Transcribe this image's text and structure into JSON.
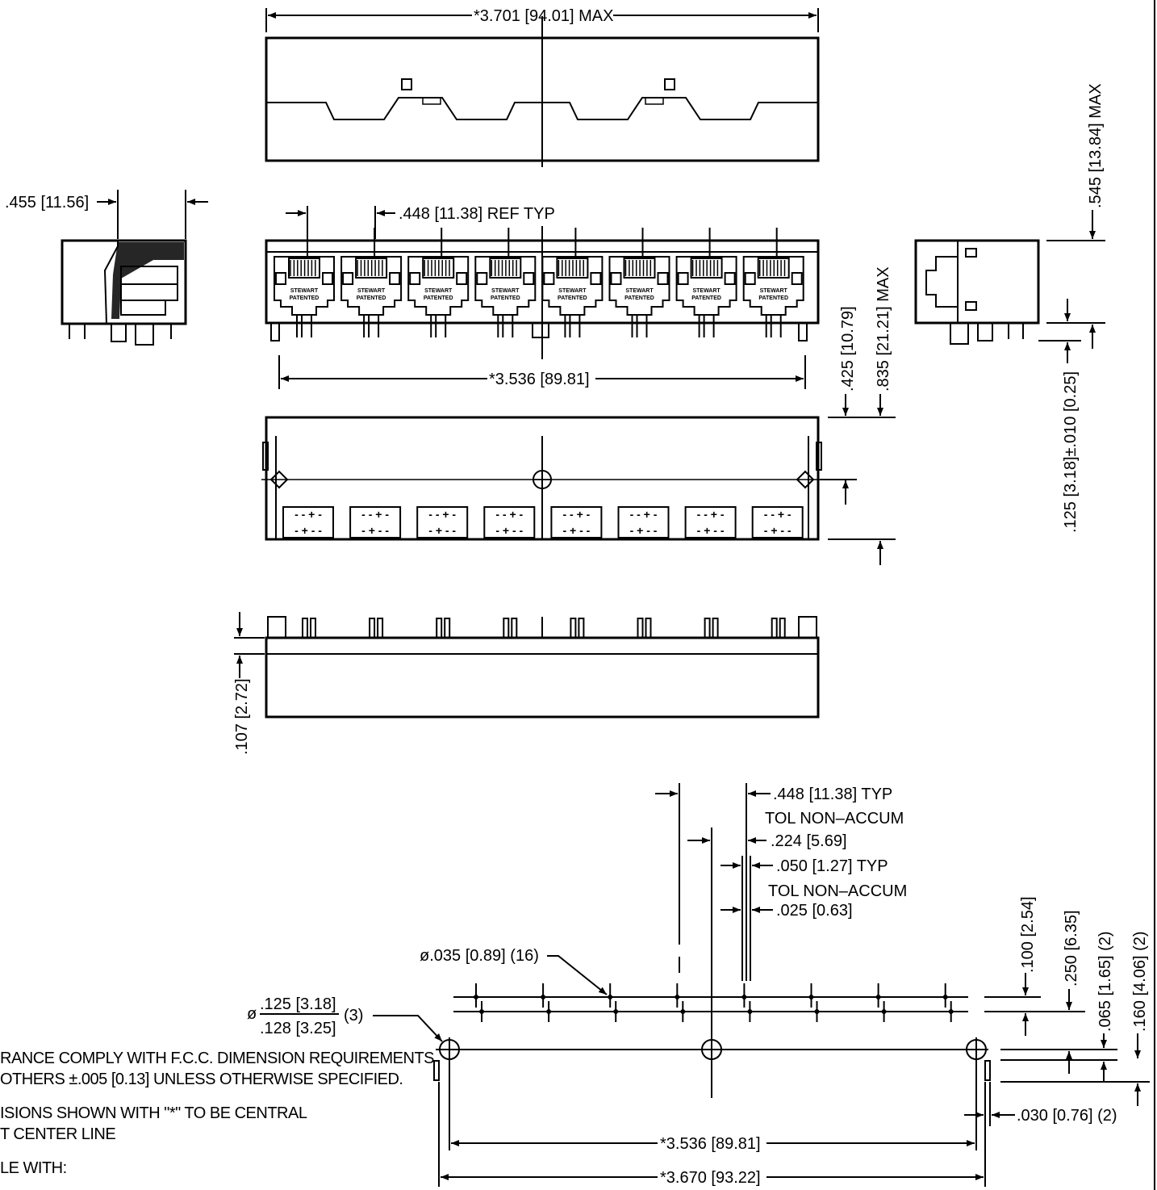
{
  "dimensions": {
    "top_overall": "*3.701 [94.01] MAX",
    "side_depth": ".455 [11.56]",
    "pitch_ref": ".448 [11.38] REF TYP",
    "height_max": ".545 [13.84] MAX",
    "front_width": "*3.536 [89.81]",
    "height_a": ".425 [10.79]",
    "height_b": ".835 [21.21] MAX",
    "standoff": ".125 [3.18]±.010 [0.25]",
    "bottom_lead": ".107 [2.72]",
    "pcb_pitch": ".448 [11.38] TYP",
    "pcb_tol1": "TOL NON–ACCUM",
    "pcb_half_pitch": ".224 [5.69]",
    "pin_pitch": ".050 [1.27] TYP",
    "pcb_tol2": "TOL NON–ACCUM",
    "pin_offset": ".025 [0.63]",
    "hole_dia": "ø.035 [0.89] (16)",
    "peg_dia_prefix": "ø",
    "peg_dia_top": ".125 [3.18]",
    "peg_dia_bottom": ".128 [3.25]",
    "peg_count": "(3)",
    "row_a": ".100 [2.54]",
    "row_b": ".250 [6.35]",
    "slot_a": ".065 [1.65] (2)",
    "slot_b": ".160 [4.06] (2)",
    "slot_width": ".030 [0.76] (2)",
    "peg_span": "*3.536 [89.81]",
    "slot_span": "*3.670 [93.22]"
  },
  "labels": {
    "stewart": "STEWART",
    "patented": "PATENTED"
  },
  "notes": {
    "line1": "RANCE COMPLY WITH F.C.C. DIMENSION REQUIREMENTS",
    "line2": "OTHERS ±.005 [0.13] UNLESS OTHERWISE SPECIFIED.",
    "line3": "ISIONS SHOWN WITH \"*\" TO BE CENTRAL",
    "line4": "T CENTER LINE",
    "line5": "LE WITH:"
  },
  "port_count": 8,
  "colors": {
    "ink": "#000000",
    "paper": "#ffffff"
  }
}
